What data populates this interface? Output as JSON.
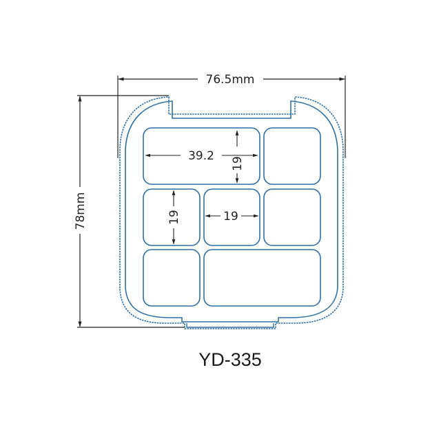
{
  "drawing": {
    "model": "YD-335",
    "width_label": "76.5mm",
    "height_label": "78mm",
    "compartment_dims": {
      "large_width": "39.2",
      "large_height": "19",
      "small_height": "19",
      "small_width": "19"
    },
    "colors": {
      "outline": "#2f6fa5",
      "dimension_line": "#222222",
      "background": "#ffffff"
    },
    "compartments": [
      {
        "id": "top-left-large",
        "row": 1,
        "span": 2
      },
      {
        "id": "top-right",
        "row": 1,
        "span": 1
      },
      {
        "id": "middle-left",
        "row": 2,
        "span": 1
      },
      {
        "id": "middle-center",
        "row": 2,
        "span": 1
      },
      {
        "id": "middle-right",
        "row": 2,
        "span": 1
      },
      {
        "id": "bottom-left",
        "row": 3,
        "span": 1
      },
      {
        "id": "bottom-right-large",
        "row": 3,
        "span": 2
      }
    ]
  }
}
